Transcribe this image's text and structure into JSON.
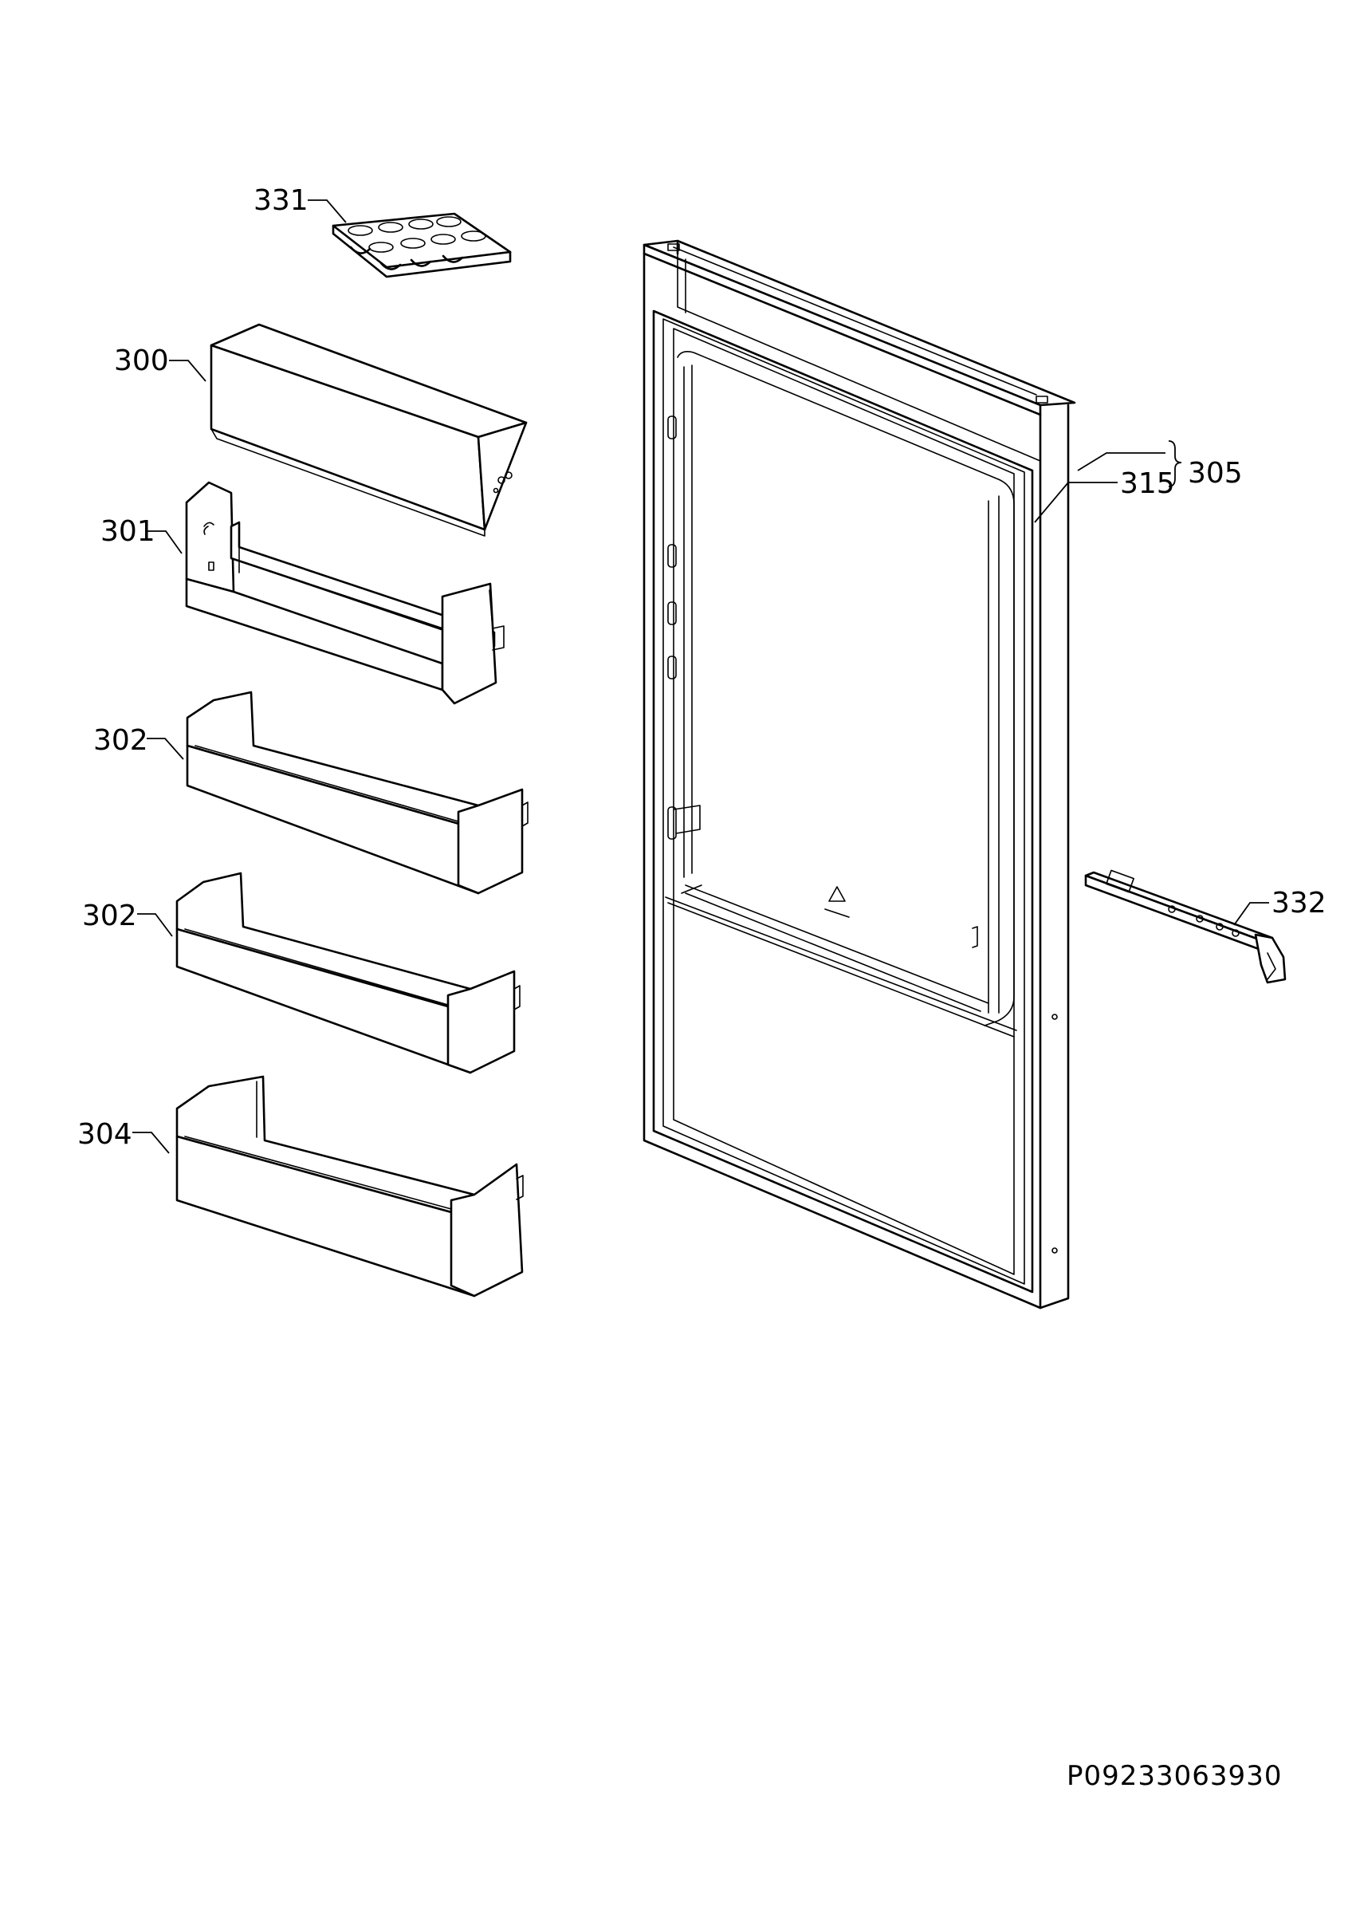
{
  "diagram": {
    "part_labels": {
      "p331": "331",
      "p300": "300",
      "p301": "301",
      "p302a": "302",
      "p302b": "302",
      "p304": "304",
      "p305": "305",
      "p315": "315",
      "p332": "332"
    },
    "document_code": "P09233063930",
    "line_color": "#000000",
    "background": "#ffffff"
  }
}
